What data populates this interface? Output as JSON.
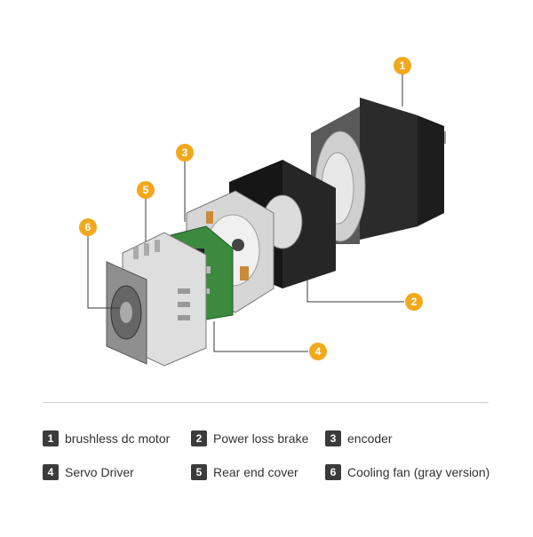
{
  "accent_color": "#f2a81d",
  "callouts": [
    "1",
    "2",
    "3",
    "4",
    "5",
    "6"
  ],
  "legend": [
    {
      "num": "1",
      "label": "brushless dc motor"
    },
    {
      "num": "2",
      "label": "Power loss brake"
    },
    {
      "num": "3",
      "label": "encoder"
    },
    {
      "num": "4",
      "label": "Servo Driver"
    },
    {
      "num": "5",
      "label": "Rear end cover"
    },
    {
      "num": "6",
      "label": "Cooling fan (gray version)"
    }
  ]
}
